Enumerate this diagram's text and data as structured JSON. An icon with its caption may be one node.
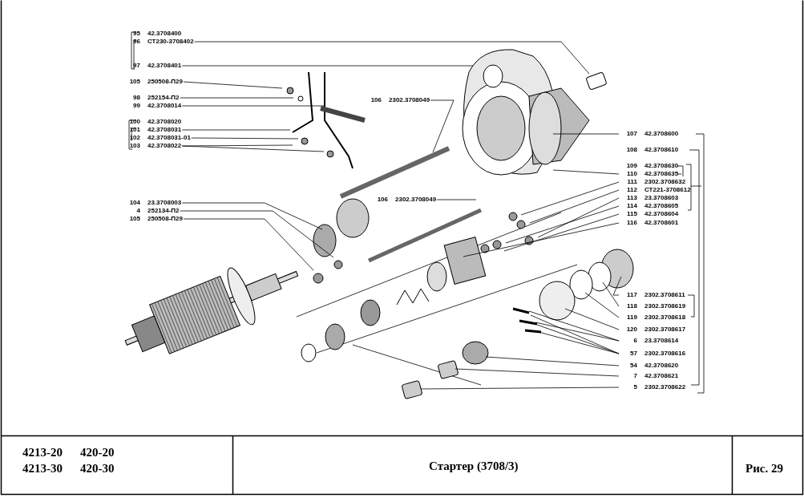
{
  "diagram": {
    "caption": "Стартер (3708/3)",
    "nodes": [
      {
        "text": [
          "95",
          "42.3708400"
        ]
      },
      {
        "text": [
          "96",
          "СТ230-3708402"
        ]
      },
      {
        "text": [
          "97",
          "42.3708401"
        ]
      },
      {
        "text": [
          "105",
          "250508-П29"
        ]
      },
      {
        "text": [
          "98",
          "252154-П2"
        ]
      },
      {
        "text": [
          "99",
          "42.3708014"
        ]
      },
      {
        "text": [
          "100",
          "42.3708020"
        ]
      },
      {
        "text": [
          "101",
          "42.3708031"
        ]
      },
      {
        "text": [
          "102",
          "42.3708031-01"
        ]
      },
      {
        "text": [
          "103",
          "42.3708022"
        ]
      },
      {
        "text": [
          "106",
          "2302.3708049"
        ]
      },
      {
        "text": [
          "104",
          "23.3708003"
        ]
      },
      {
        "text": [
          "4",
          "252134-П2"
        ]
      },
      {
        "text": [
          "105",
          "250508-П29"
        ]
      },
      {
        "text": [
          "106",
          "2302.3708049"
        ]
      },
      {
        "text": [
          "107",
          "42.3708600"
        ]
      },
      {
        "text": [
          "108",
          "42.3708610"
        ]
      },
      {
        "text": [
          "109",
          "42.3708630"
        ]
      },
      {
        "text": [
          "110",
          "42.3708635"
        ]
      },
      {
        "text": [
          "111",
          "2302.3708632"
        ]
      },
      {
        "text": [
          "112",
          "СТ221-3708612"
        ]
      },
      {
        "text": [
          "113",
          "23.3708603"
        ]
      },
      {
        "text": [
          "114",
          "42.3708605"
        ]
      },
      {
        "text": [
          "115",
          "42.3708604"
        ]
      },
      {
        "text": [
          "116",
          "42.3708601"
        ]
      },
      {
        "text": [
          "117",
          "2302.3708611"
        ]
      },
      {
        "text": [
          "118",
          "2302.3708619"
        ]
      },
      {
        "text": [
          "119",
          "2302.3708618"
        ]
      },
      {
        "text": [
          "120",
          "2302.3708617"
        ]
      },
      {
        "text": [
          "6",
          "23.3708614"
        ]
      },
      {
        "text": [
          "57",
          "2302.3708616"
        ]
      },
      {
        "text": [
          "54",
          "42.3708620"
        ]
      },
      {
        "text": [
          "7",
          "42.3708621"
        ]
      },
      {
        "text": [
          "5",
          "2302.3708622"
        ]
      }
    ],
    "edges": [
      {
        "from": 1,
        "to": null,
        "arrow": "none"
      },
      {
        "from": 2,
        "to": null,
        "arrow": "none"
      },
      {
        "from": 3,
        "to": null,
        "arrow": "none"
      },
      {
        "from": 4,
        "to": null,
        "arrow": "none"
      },
      {
        "from": 5,
        "to": null,
        "arrow": "none"
      },
      {
        "from": 7,
        "to": null,
        "arrow": "none"
      },
      {
        "from": 8,
        "to": null,
        "arrow": "none"
      },
      {
        "from": 9,
        "to": null,
        "arrow": "none"
      },
      {
        "from": 9,
        "to": null,
        "arrow": "none"
      },
      {
        "from": 10,
        "to": null,
        "arrow": "none"
      },
      {
        "from": 11,
        "to": null,
        "arrow": "none"
      },
      {
        "from": 12,
        "to": null,
        "arrow": "none"
      },
      {
        "from": 13,
        "to": null,
        "arrow": "none"
      },
      {
        "from": 14,
        "to": null,
        "arrow": "none"
      },
      {
        "from": 15,
        "to": null,
        "arrow": "none"
      },
      {
        "from": 18,
        "to": null,
        "arrow": "none"
      },
      {
        "from": 19,
        "to": null,
        "arrow": "none"
      },
      {
        "from": 20,
        "to": null,
        "arrow": "none"
      },
      {
        "from": 21,
        "to": null,
        "arrow": "none"
      },
      {
        "from": 22,
        "to": null,
        "arrow": "none"
      },
      {
        "from": 23,
        "to": null,
        "arrow": "none"
      },
      {
        "from": 24,
        "to": null,
        "arrow": "none"
      },
      {
        "from": 25,
        "to": null,
        "arrow": "none"
      },
      {
        "from": 26,
        "to": null,
        "arrow": "none"
      },
      {
        "from": 27,
        "to": null,
        "arrow": "none"
      },
      {
        "from": 28,
        "to": null,
        "arrow": "none"
      },
      {
        "from": 29,
        "to": null,
        "arrow": "none"
      },
      {
        "from": 29,
        "to": null,
        "arrow": "none"
      },
      {
        "from": 30,
        "to": null,
        "arrow": "none"
      },
      {
        "from": 30,
        "to": null,
        "arrow": "none"
      },
      {
        "from": 30,
        "to": null,
        "arrow": "none"
      },
      {
        "from": 31,
        "to": null,
        "arrow": "none"
      },
      {
        "from": 32,
        "to": null,
        "arrow": "none"
      },
      {
        "from": 33,
        "to": null,
        "arrow": "none"
      }
    ],
    "labels": [
      "4213-20",
      "420-20",
      "4213-30",
      "420-30",
      "Рис. 29"
    ]
  }
}
